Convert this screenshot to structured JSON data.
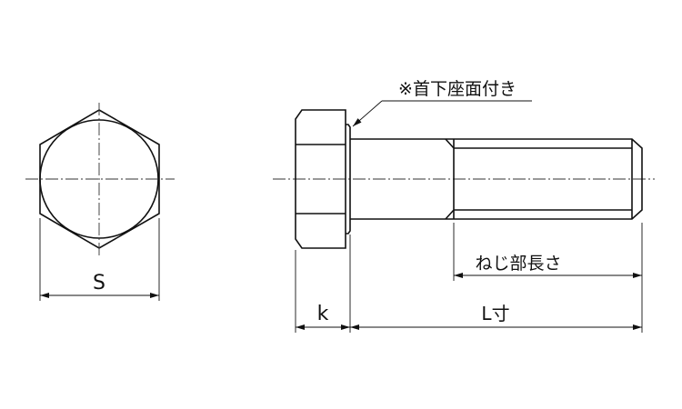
{
  "labels": {
    "bearing_face_note": "※首下座面付き",
    "width_across_flats": "S",
    "head_height": "k",
    "thread_length": "ねじ部長さ",
    "length": "L寸"
  },
  "colors": {
    "line": "#111111",
    "background": "#ffffff"
  }
}
